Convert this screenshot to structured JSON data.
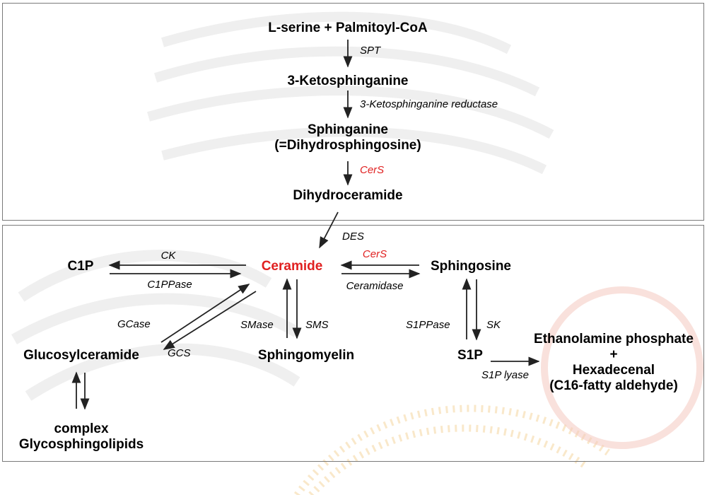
{
  "colors": {
    "highlight": "#e02020",
    "arrow": "#222222",
    "border": "#7a7a7a",
    "watermark_gray": "#ececec",
    "watermark_orange": "#f6d9a8",
    "watermark_red": "#f4c8c0"
  },
  "molecules": {
    "serine_palmitoyl": "L-serine + Palmitoyl-CoA",
    "ketosphinganine": "3-Ketosphinganine",
    "sphinganine_line1": "Sphinganine",
    "sphinganine_line2": "(=Dihydrosphingosine)",
    "dihydroceramide": "Dihydroceramide",
    "c1p": "C1P",
    "ceramide": "Ceramide",
    "sphingosine": "Sphingosine",
    "glucosylceramide": "Glucosylceramide",
    "sphingomyelin": "Sphingomyelin",
    "s1p": "S1P",
    "etn_line1": "Ethanolamine phosphate",
    "etn_plus": "+",
    "etn_line2": "Hexadecenal",
    "etn_line3": "(C16-fatty aldehyde)",
    "complex_line1": "complex",
    "complex_line2": "Glycosphingolipids"
  },
  "enzymes": {
    "spt": "SPT",
    "ksr": "3-Ketosphinganine reductase",
    "cers_top": "CerS",
    "des": "DES",
    "ck": "CK",
    "c1ppase": "C1PPase",
    "cers_mid": "CerS",
    "ceramidase": "Ceramidase",
    "gcase": "GCase",
    "gcs": "GCS",
    "smase": "SMase",
    "sms": "SMS",
    "s1ppase": "S1PPase",
    "sk": "SK",
    "s1p_lyase": "S1P lyase"
  }
}
